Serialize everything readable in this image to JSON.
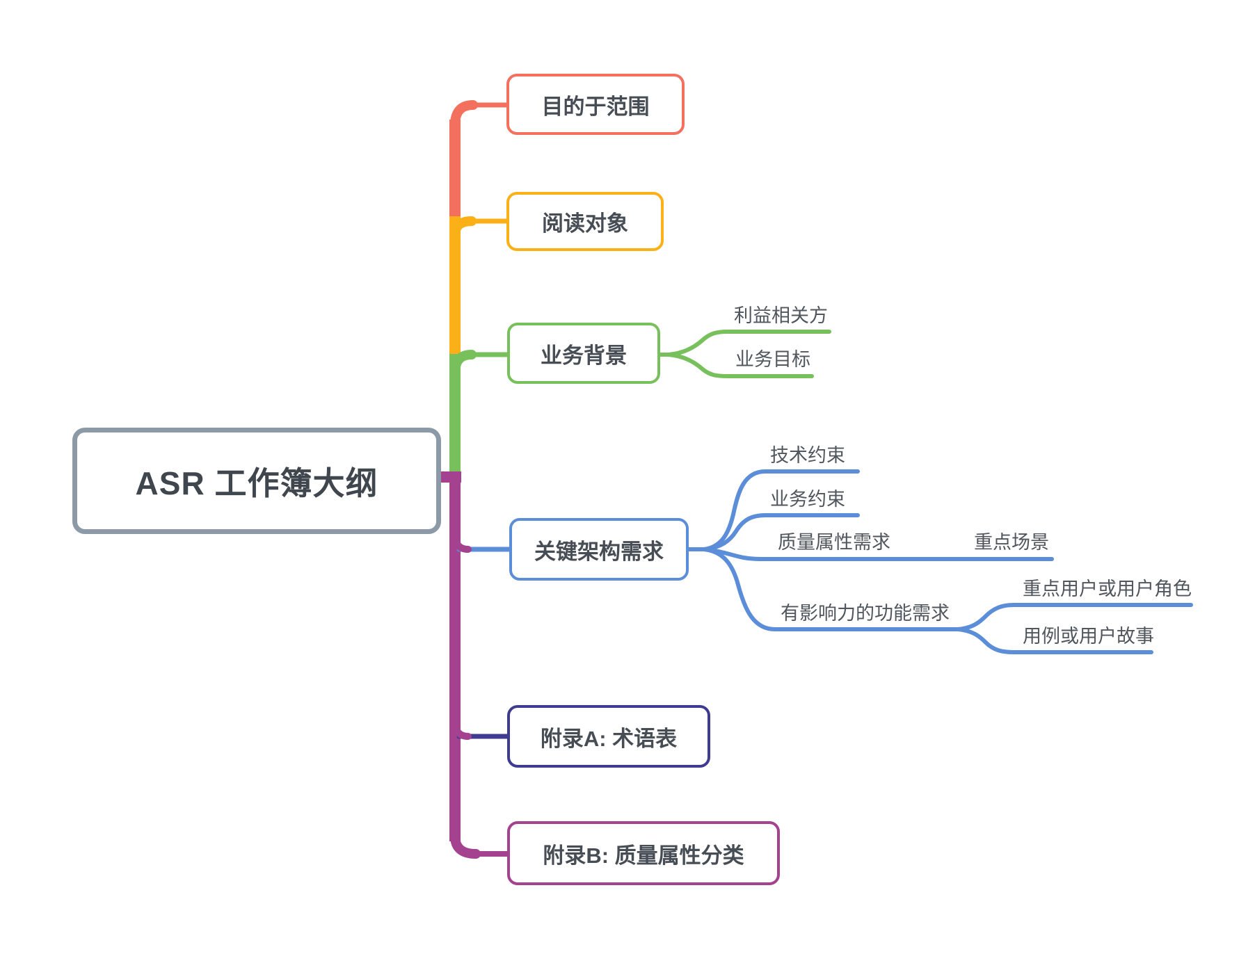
{
  "diagram": {
    "title": "ASR 工作簿大纲 mind map",
    "root": {
      "label": "ASR 工作簿大纲",
      "border_color": "#8C99A7"
    },
    "branches": [
      {
        "label": "目的于范围",
        "color": "#F4705E",
        "children": []
      },
      {
        "label": "阅读对象",
        "color": "#FBB017",
        "children": []
      },
      {
        "label": "业务背景",
        "color": "#77C05B",
        "children": [
          {
            "label": "利益相关方",
            "children": []
          },
          {
            "label": "业务目标",
            "children": []
          }
        ]
      },
      {
        "label": "关键架构需求",
        "color": "#5B8DD8",
        "children": [
          {
            "label": "技术约束",
            "children": []
          },
          {
            "label": "业务约束",
            "children": []
          },
          {
            "label": "质量属性需求",
            "children": [
              {
                "label": "重点场景",
                "children": []
              }
            ]
          },
          {
            "label": "有影响力的功能需求",
            "children": [
              {
                "label": "重点用户或用户角色",
                "children": []
              },
              {
                "label": "用例或用户故事",
                "children": []
              }
            ]
          }
        ]
      },
      {
        "label": "附录A: 术语表",
        "color": "#3E3B90",
        "children": []
      },
      {
        "label": "附录B: 质量属性分类",
        "color": "#A4428F",
        "children": []
      }
    ],
    "trunk_colors": [
      "#F4705E",
      "#FBB017",
      "#77C05B",
      "#A4428F"
    ],
    "text_color": "#474D54",
    "background_color": "#FFFFFF"
  }
}
